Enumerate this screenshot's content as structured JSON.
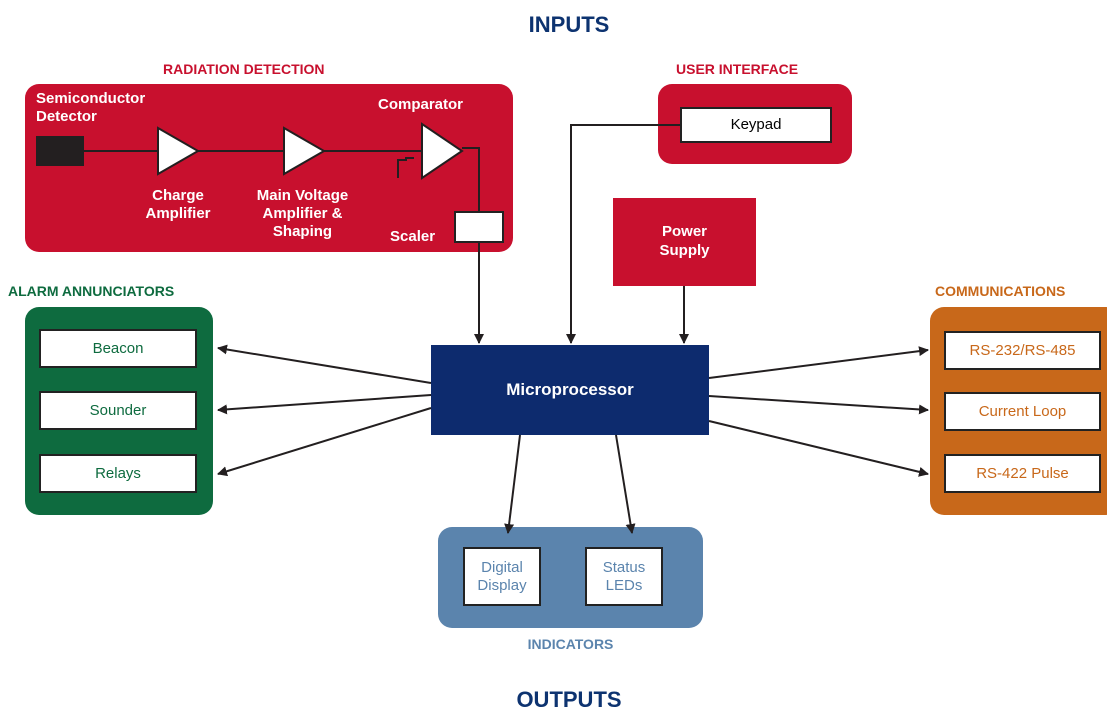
{
  "headings": {
    "inputs": "INPUTS",
    "outputs": "OUTPUTS"
  },
  "radiation_detection": {
    "title": "RADIATION DETECTION",
    "detector": "Semiconductor Detector",
    "charge_amplifier": "Charge Amplifier",
    "main_amplifier": "Main Voltage Amplifier & Shaping",
    "comparator": "Comparator",
    "scaler": "Scaler"
  },
  "user_interface": {
    "title": "USER INTERFACE",
    "keypad": "Keypad"
  },
  "power_supply": "Power Supply",
  "microprocessor": "Microprocessor",
  "alarm_annunciators": {
    "title": "ALARM ANNUNCIATORS",
    "items": [
      "Beacon",
      "Sounder",
      "Relays"
    ]
  },
  "communications": {
    "title": "COMMUNICATIONS",
    "items": [
      "RS-232/RS-485",
      "Current Loop",
      "RS-422 Pulse"
    ]
  },
  "indicators": {
    "title": "INDICATORS",
    "items": [
      "Digital Display",
      "Status LEDs"
    ]
  },
  "colors": {
    "red": "#c8102e",
    "navy": "#0d2b6e",
    "green": "#0e6b3f",
    "orange": "#c8681a",
    "steel": "#5b84ad"
  }
}
